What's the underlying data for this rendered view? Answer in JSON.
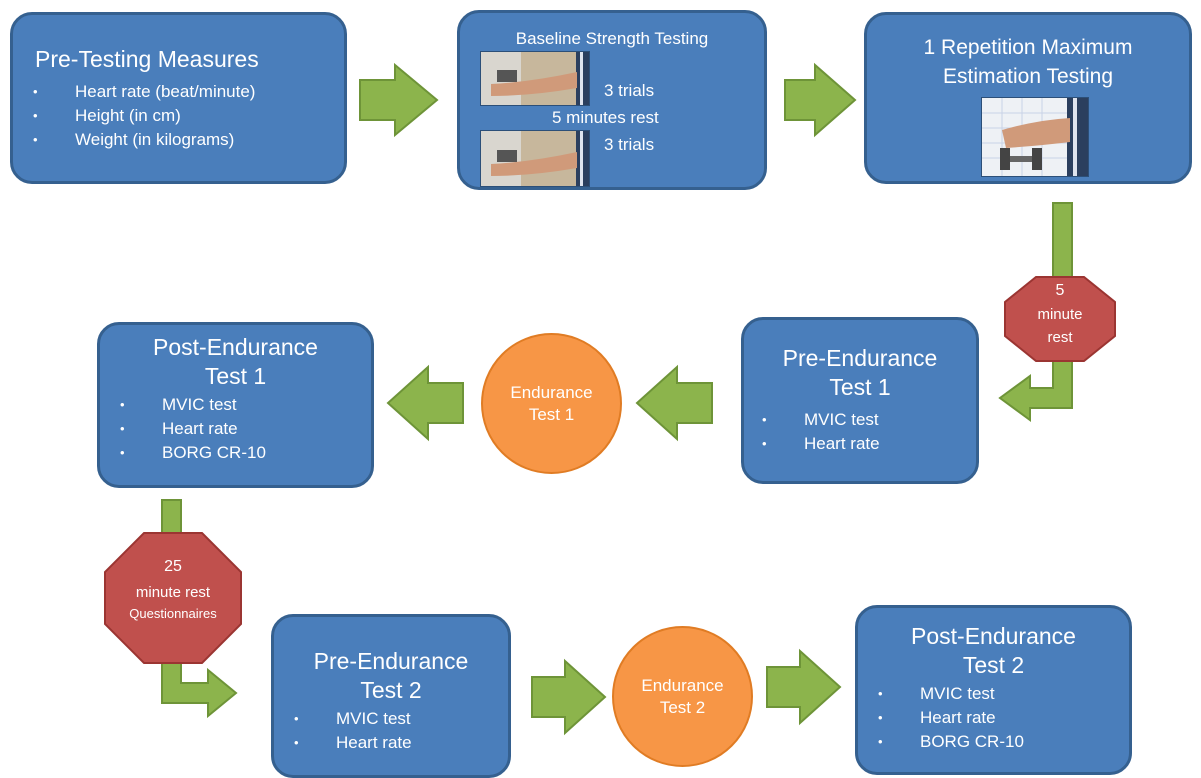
{
  "colors": {
    "box_fill": "#4a7ebb",
    "box_border": "#35608f",
    "arrow_fill": "#8cb44c",
    "arrow_border": "#6e9438",
    "circle_fill": "#f79646",
    "stop_fill": "#c0504d"
  },
  "pre_testing": {
    "title": "Pre-Testing  Measures",
    "items": [
      "Heart rate (beat/minute)",
      "Height (in cm)",
      "Weight (in kilograms)"
    ]
  },
  "baseline": {
    "title": "Baseline Strength Testing",
    "trials_1": "3 trials",
    "rest": "5 minutes rest",
    "trials_2": "3 trials"
  },
  "one_rm": {
    "title_line1": "1 Repetition Maximum",
    "title_line2": "Estimation Testing"
  },
  "rest_5": {
    "line1": "5",
    "line2": "minute",
    "line3": "rest"
  },
  "pre_endurance_1": {
    "title_line1": "Pre-Endurance",
    "title_line2": "Test 1",
    "items": [
      "MVIC test",
      "Heart rate"
    ]
  },
  "endurance_1": {
    "line1": "Endurance",
    "line2": "Test 1"
  },
  "post_endurance_1": {
    "title_line1": "Post-Endurance",
    "title_line2": "Test 1",
    "items": [
      "MVIC test",
      "Heart rate",
      "BORG CR-10"
    ]
  },
  "rest_25": {
    "line1": "25",
    "line2": "minute rest",
    "line3": "Questionnaires"
  },
  "pre_endurance_2": {
    "title_line1": "Pre-Endurance",
    "title_line2": "Test 2",
    "items": [
      "MVIC test",
      "Heart rate"
    ]
  },
  "endurance_2": {
    "line1": "Endurance",
    "line2": "Test 2"
  },
  "post_endurance_2": {
    "title_line1": "Post-Endurance",
    "title_line2": "Test 2",
    "items": [
      "MVIC test",
      "Heart rate",
      "BORG CR-10"
    ]
  }
}
